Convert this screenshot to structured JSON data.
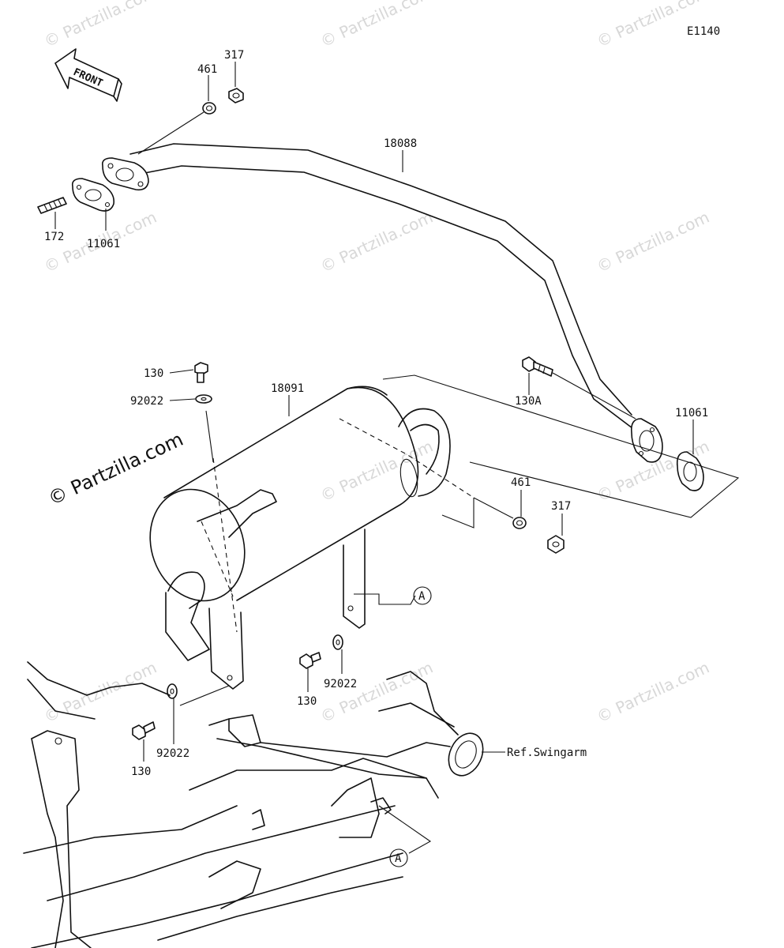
{
  "diagram_code": "E1140",
  "front_arrow_label": "FRONT",
  "watermark_text": "© Partzilla.com",
  "callouts": {
    "p461_top": "461",
    "p317_top": "317",
    "p18088": "18088",
    "p172": "172",
    "p11061_left": "11061",
    "p130_top": "130",
    "p92022_top": "92022",
    "p18091": "18091",
    "p130A": "130A",
    "p11061_right": "11061",
    "p461_right": "461",
    "p317_right": "317",
    "ref_A_upper": "A",
    "p130_mid": "130",
    "p92022_mid": "92022",
    "p92022_low": "92022",
    "p130_low": "130",
    "ref_swingarm": "Ref.Swingarm",
    "ref_A_lower": "A"
  }
}
